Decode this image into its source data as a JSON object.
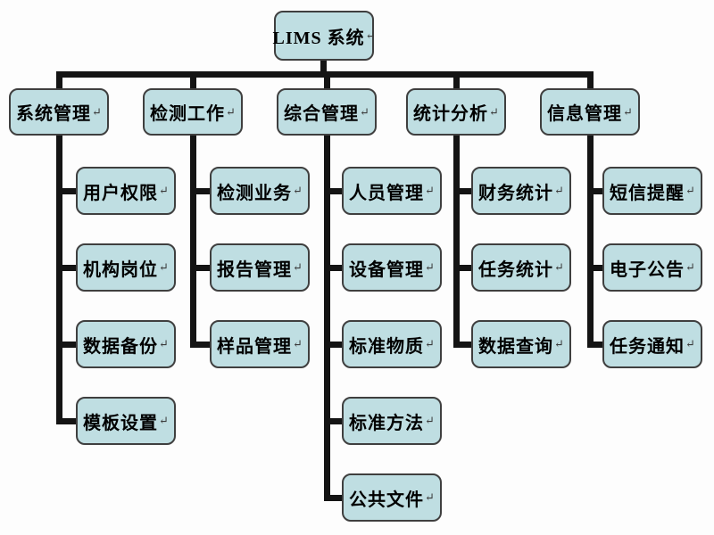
{
  "diagram": {
    "return_mark": "↵",
    "colors": {
      "node_fill": "#bfdee2",
      "node_border": "#3f3f3f",
      "connector": "#141414",
      "background": "#fdfdfd"
    },
    "root": {
      "label": "LIMS 系统"
    },
    "branches": [
      {
        "label": "系统管理",
        "children": [
          "用户权限",
          "机构岗位",
          "数据备份",
          "模板设置"
        ]
      },
      {
        "label": "检测工作",
        "children": [
          "检测业务",
          "报告管理",
          "样品管理"
        ]
      },
      {
        "label": "综合管理",
        "children": [
          "人员管理",
          "设备管理",
          "标准物质",
          "标准方法",
          "公共文件"
        ]
      },
      {
        "label": "统计分析",
        "children": [
          "财务统计",
          "任务统计",
          "数据查询"
        ]
      },
      {
        "label": "信息管理",
        "children": [
          "短信提醒",
          "电子公告",
          "任务通知"
        ]
      }
    ]
  }
}
